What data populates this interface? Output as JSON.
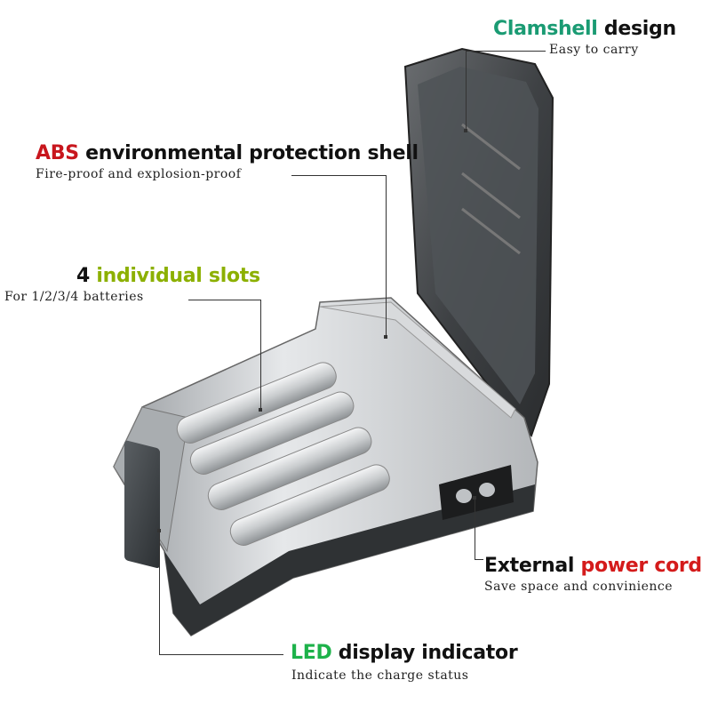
{
  "callouts": {
    "clamshell": {
      "accent": "Clamshell",
      "rest": " design",
      "sub": "Easy to carry",
      "accent_color": "#1a9b73"
    },
    "abs": {
      "accent": "ABS",
      "rest": " environmental protection shell",
      "sub": "Fire-proof and explosion-proof",
      "accent_color": "#c8161d"
    },
    "slots": {
      "lead": "4 ",
      "accent": "individual slots",
      "sub": "For 1/2/3/4 batteries",
      "accent_color": "#8cb000"
    },
    "power": {
      "lead": "External ",
      "accent": "power cord",
      "sub": "Save space and convinience",
      "accent_color": "#d41b1b"
    },
    "led": {
      "accent": "LED",
      "rest": " display indicator",
      "sub": "Indicate the charge status",
      "accent_color": "#1db24a"
    }
  }
}
